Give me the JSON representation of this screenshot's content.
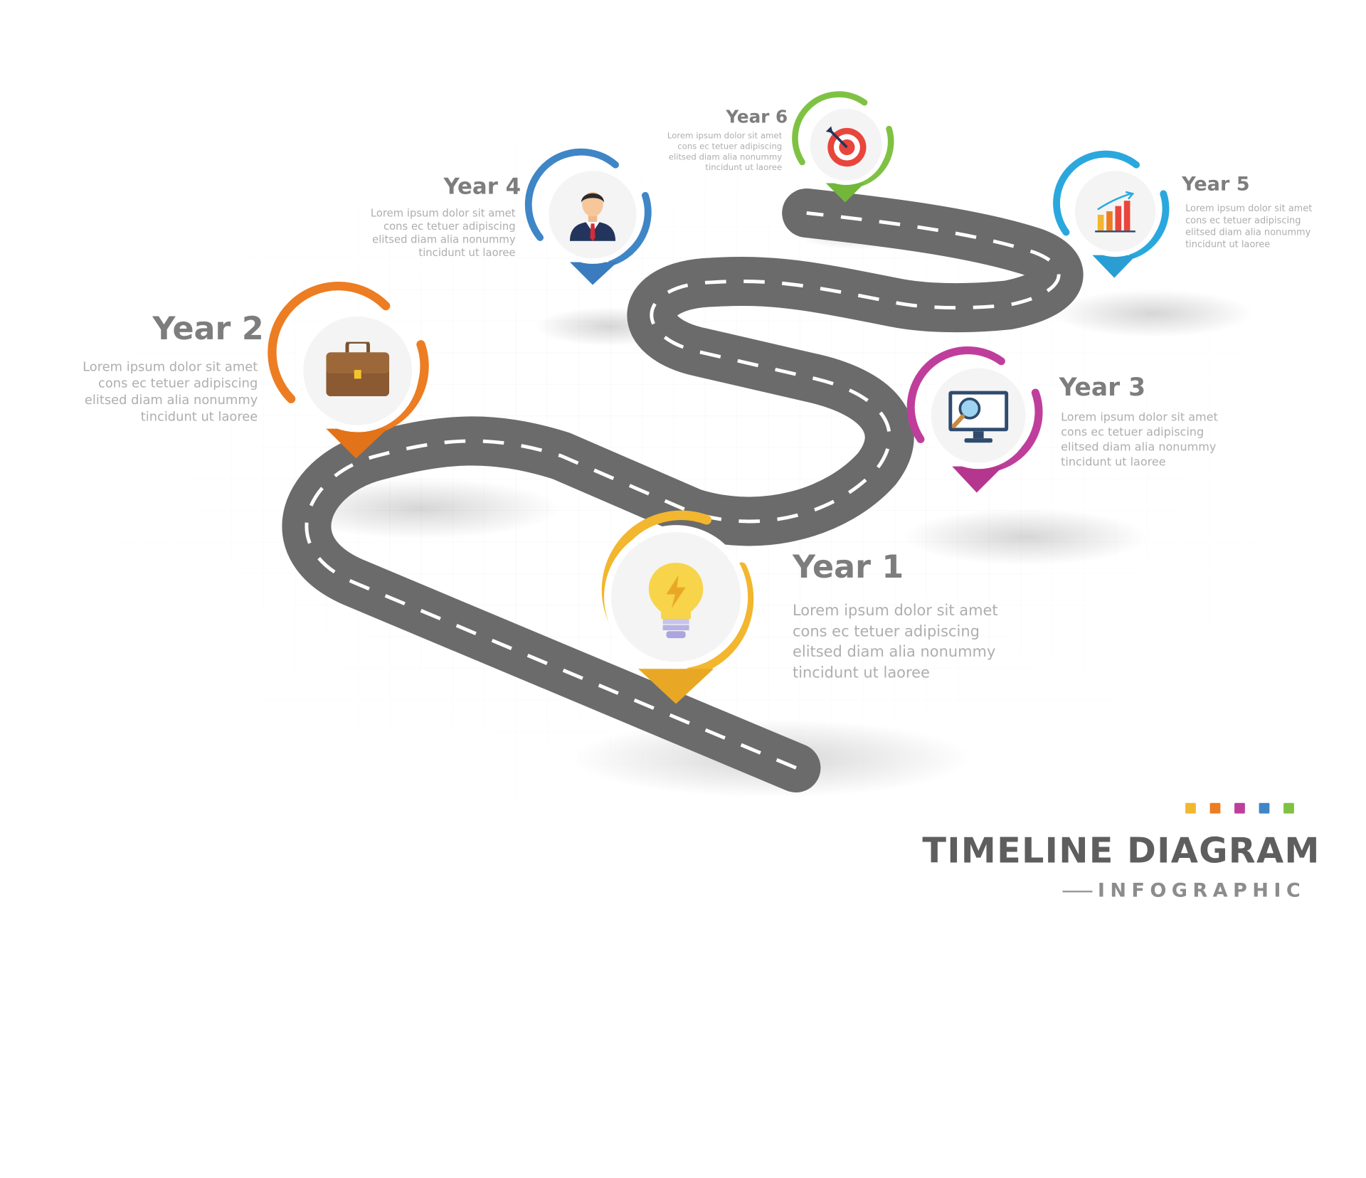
{
  "milestones": [
    {
      "label": "Year 1",
      "icon": "lightbulb-icon",
      "color": "#f2b62f",
      "text": "Lorem ipsum dolor sit amet\ncons ec tetuer adipiscing\nelitsed diam alia nonummy\ntincidunt ut laoree"
    },
    {
      "label": "Year 2",
      "icon": "briefcase-icon",
      "color": "#ec7d22",
      "text": "Lorem ipsum dolor sit amet\ncons ec tetuer adipiscing\nelitsed diam alia nonummy\ntincidunt ut laoree"
    },
    {
      "label": "Year 3",
      "icon": "monitor-search-icon",
      "color": "#bf3e9c",
      "text": "Lorem ipsum dolor sit amet\ncons ec tetuer adipiscing\nelitsed diam alia nonummy\ntincidunt ut laoree"
    },
    {
      "label": "Year 4",
      "icon": "businessman-icon",
      "color": "#3f86c6",
      "text": "Lorem ipsum dolor sit amet\ncons ec tetuer adipiscing\nelitsed diam alia nonummy\ntincidunt ut laoree"
    },
    {
      "label": "Year 5",
      "icon": "bar-chart-icon",
      "color": "#2aa8de",
      "text": "Lorem ipsum dolor sit amet\ncons ec tetuer adipiscing\nelitsed diam alia nonummy\ntincidunt ut laoree"
    },
    {
      "label": "Year 6",
      "icon": "target-icon",
      "color": "#7fc243",
      "text": "Lorem ipsum dolor sit amet\ncons ec tetuer adipiscing\nelitsed diam alia nonummy\ntincidunt ut laoree"
    }
  ],
  "title": "TIMELINE DIAGRAM",
  "subtitle": "INFOGRAPHIC",
  "palette": [
    "#f2b62f",
    "#ec7d22",
    "#bf3e9c",
    "#3f86c6",
    "#7fc243"
  ],
  "road_color": "#6b6b6b"
}
